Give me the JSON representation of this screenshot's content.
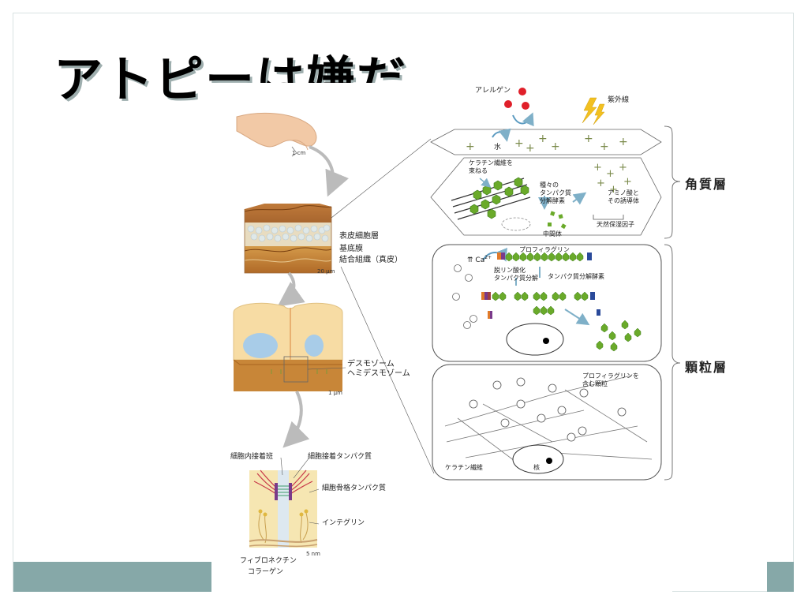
{
  "slide": {
    "title": "アトピーは嫌だ",
    "accent_color": "#86a8a8"
  },
  "left_column": {
    "scale_hand": "1 cm",
    "skin_layers": [
      "表皮細胞層",
      "基底膜",
      "結合組織（真皮）"
    ],
    "scale_skin": "20 μm",
    "junctions": [
      "デスモゾーム",
      "ヘミデスモゾーム"
    ],
    "scale_cells": "1 μm",
    "molecule_labels": {
      "plaque": "細胞内接着班",
      "adhesion_protein": "細胞接着タンパク質",
      "cytoskeleton_protein": "細胞骨格タンパク質",
      "integrin": "インテグリン",
      "fibronectin": "フィブロネクチン",
      "collagen": "コラーゲン"
    },
    "scale_molecules": "5 nm"
  },
  "stratum_corneum": {
    "layer_name": "角質層",
    "allergen": "アレルゲン",
    "uv": "紫外線",
    "water": "水",
    "keratin_bundle": [
      "ケラチン繊維を",
      "束ねる"
    ],
    "protease": [
      "種々の",
      "タンパク質",
      "分解酵素"
    ],
    "amino_acids": [
      "アミノ酸と",
      "その誘導体"
    ],
    "intermediate": "中間体",
    "nmf": "天然保湿因子"
  },
  "stratum_granulosum": {
    "layer_name": "顆粒層",
    "profilaggrin": "プロフィラグリン",
    "calcium": "Ca",
    "calcium_charge": "2+",
    "dephosphorylation": [
      "脱リン酸化",
      "タンパク質分解"
    ],
    "protease": "タンパク質分解酵素",
    "granules": [
      "プロフィラグリンを",
      "含む顆粒"
    ],
    "keratin_fibers": "ケラチン繊維",
    "nucleus": "核"
  }
}
